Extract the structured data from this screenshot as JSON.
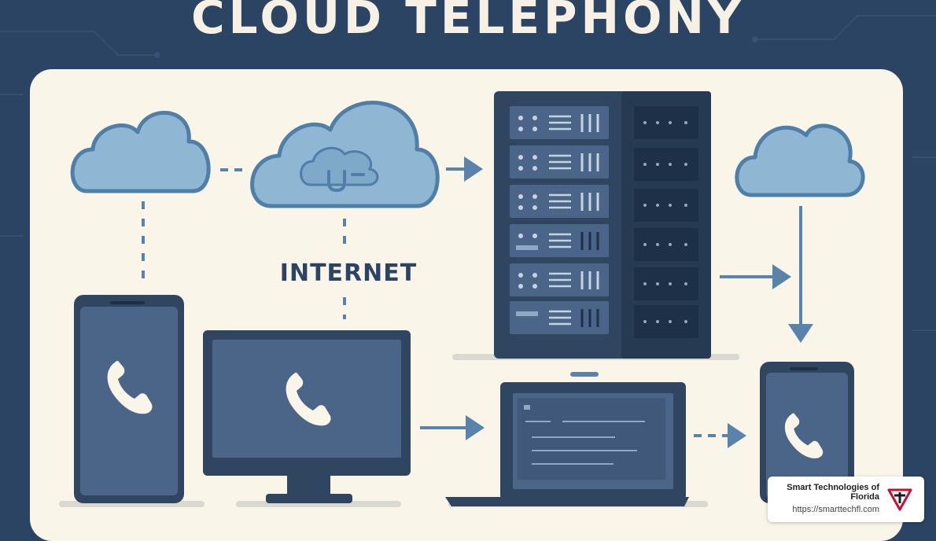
{
  "title": "CLOUD TELEPHONY",
  "internet_label": "INTERNET",
  "brand": {
    "name": "Smart Technologies of Florida",
    "url": "https://smarttechfl.com"
  },
  "icons": [
    "cloud-icon",
    "server-rack-icon",
    "smartphone-icon",
    "desktop-monitor-icon",
    "laptop-icon",
    "phone-handset-icon",
    "arrow-icon",
    "brand-logo-icon"
  ],
  "colors": {
    "background": "#2b4463",
    "panel": "#f9f5e9",
    "cloud_fill": "#8fb7d4",
    "cloud_stroke": "#4f7fa8",
    "device_dark": "#2f4560",
    "device_screen": "#4a6588",
    "arrow": "#5a83ab"
  }
}
